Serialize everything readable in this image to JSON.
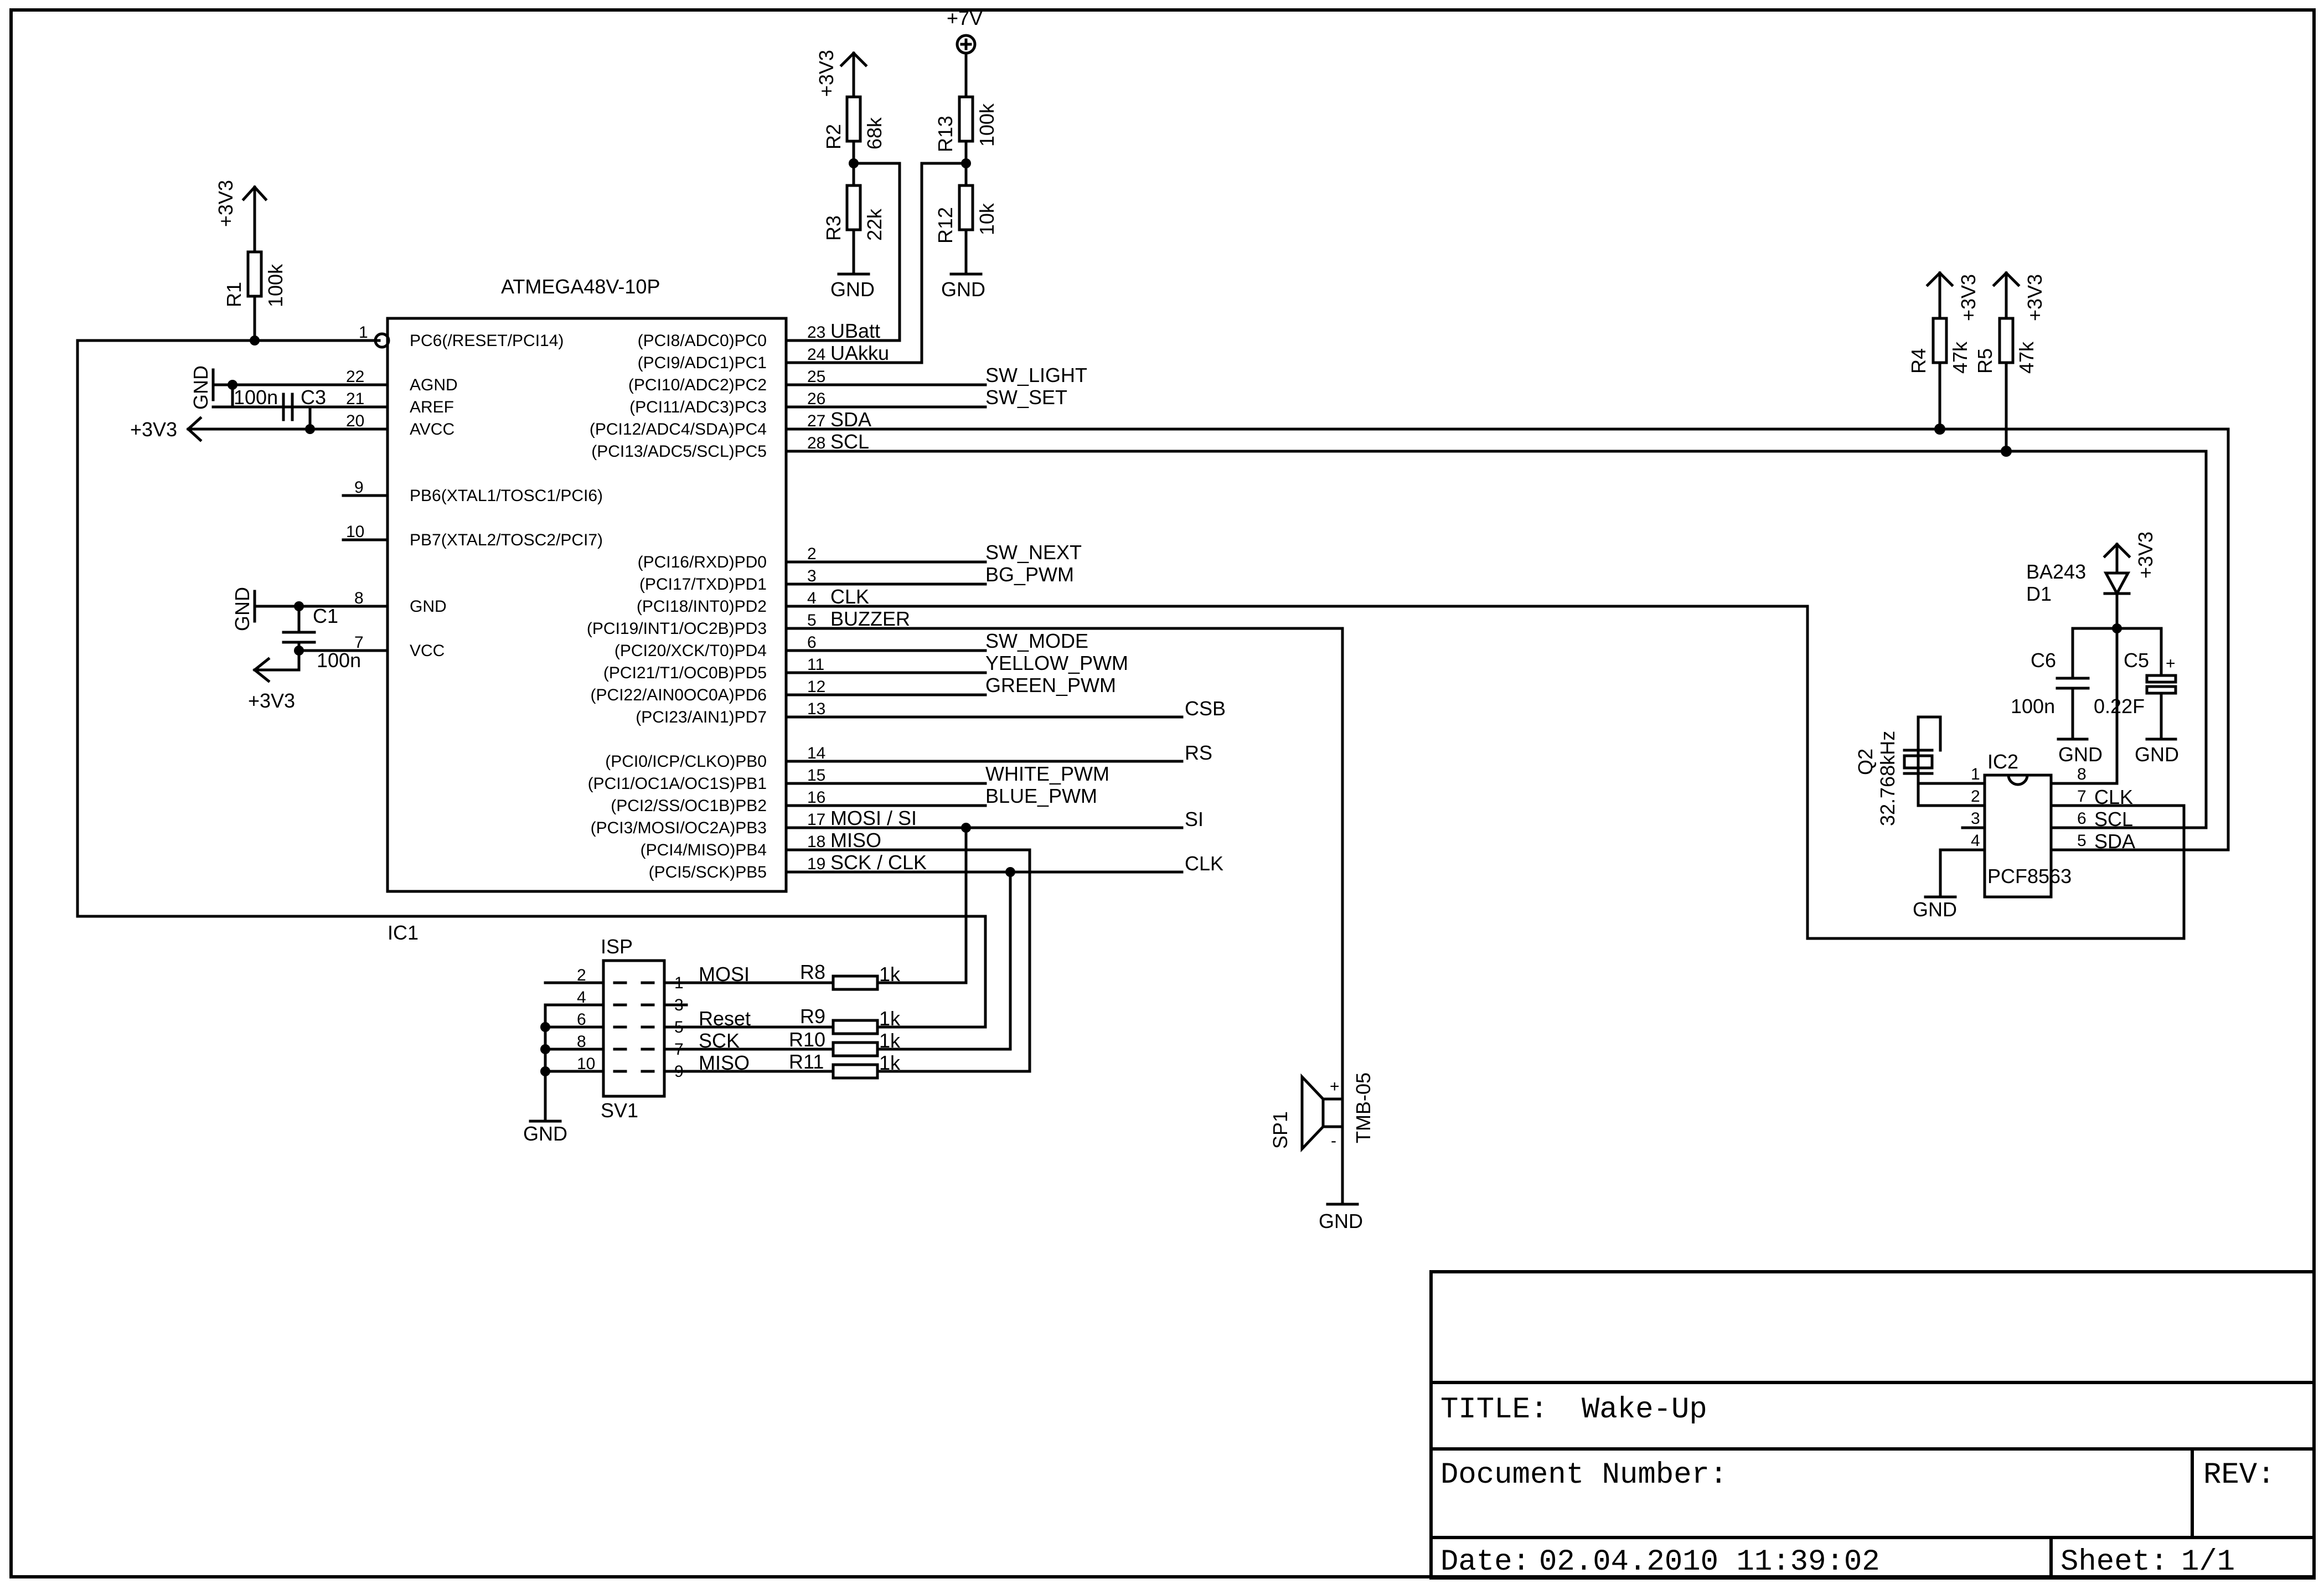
{
  "ic1": {
    "name": "ATMEGA48V-10P",
    "ref": "IC1",
    "left_pins": [
      {
        "num": "1",
        "label": "PC6(/RESET/PCI14)"
      },
      {
        "num": "22",
        "label": "AGND"
      },
      {
        "num": "21",
        "label": "AREF"
      },
      {
        "num": "20",
        "label": "AVCC"
      },
      {
        "num": "9",
        "label": "PB6(XTAL1/TOSC1/PCI6)"
      },
      {
        "num": "10",
        "label": "PB7(XTAL2/TOSC2/PCI7)"
      },
      {
        "num": "8",
        "label": "GND"
      },
      {
        "num": "7",
        "label": "VCC"
      }
    ],
    "right_pins": [
      {
        "num": "23",
        "label": "(PCI8/ADC0)PC0",
        "net": "UBatt"
      },
      {
        "num": "24",
        "label": "(PCI9/ADC1)PC1",
        "net": "UAkku"
      },
      {
        "num": "25",
        "label": "(PCI10/ADC2)PC2",
        "net": "SW_LIGHT"
      },
      {
        "num": "26",
        "label": "(PCI11/ADC3)PC3",
        "net": "SW_SET"
      },
      {
        "num": "27",
        "label": "(PCI12/ADC4/SDA)PC4",
        "net": "SDA"
      },
      {
        "num": "28",
        "label": "(PCI13/ADC5/SCL)PC5",
        "net": "SCL"
      },
      {
        "num": "2",
        "label": "(PCI16/RXD)PD0",
        "net": "SW_NEXT"
      },
      {
        "num": "3",
        "label": "(PCI17/TXD)PD1",
        "net": "BG_PWM"
      },
      {
        "num": "4",
        "label": "(PCI18/INT0)PD2",
        "net": "CLK"
      },
      {
        "num": "5",
        "label": "(PCI19/INT1/OC2B)PD3",
        "net": "BUZZER"
      },
      {
        "num": "6",
        "label": "(PCI20/XCK/T0)PD4",
        "net": "SW_MODE"
      },
      {
        "num": "11",
        "label": "(PCI21/T1/OC0B)PD5",
        "net": "YELLOW_PWM"
      },
      {
        "num": "12",
        "label": "(PCI22/AIN0OC0A)PD6",
        "net": "GREEN_PWM"
      },
      {
        "num": "13",
        "label": "(PCI23/AIN1)PD7",
        "net": "CSB"
      },
      {
        "num": "14",
        "label": "(PCI0/ICP/CLKO)PB0",
        "net": "RS"
      },
      {
        "num": "15",
        "label": "(PCI1/OC1A/OC1S)PB1",
        "net": "WHITE_PWM"
      },
      {
        "num": "16",
        "label": "(PCI2/SS/OC1B)PB2",
        "net": "BLUE_PWM"
      },
      {
        "num": "17",
        "label": "(PCI3/MOSI/OC2A)PB3",
        "net": "MOSI / SI"
      },
      {
        "num": "18",
        "label": "(PCI4/MISO)PB4",
        "net": "MISO"
      },
      {
        "num": "19",
        "label": "(PCI5/SCK)PB5",
        "net": "SCK / CLK"
      }
    ]
  },
  "far_nets": {
    "si": "SI",
    "clk": "CLK",
    "csb": "CSB",
    "rs": "RS"
  },
  "power": {
    "v33": "+3V3",
    "v7": "+7V",
    "gnd": "GND"
  },
  "parts": {
    "r1": {
      "ref": "R1",
      "value": "100k"
    },
    "r2": {
      "ref": "R2",
      "value": "68k"
    },
    "r3": {
      "ref": "R3",
      "value": "22k"
    },
    "r13": {
      "ref": "R13",
      "value": "100k"
    },
    "r12": {
      "ref": "R12",
      "value": "10k"
    },
    "r4": {
      "ref": "R4",
      "value": "47k"
    },
    "r5": {
      "ref": "R5",
      "value": "47k"
    },
    "r8": {
      "ref": "R8",
      "value": "1k"
    },
    "r9": {
      "ref": "R9",
      "value": "1k"
    },
    "r10": {
      "ref": "R10",
      "value": "1k"
    },
    "r11": {
      "ref": "R11",
      "value": "1k"
    },
    "c1": {
      "ref": "C1",
      "value": "100n"
    },
    "c3": {
      "ref": "C3",
      "value": "100n"
    },
    "c5": {
      "ref": "C5",
      "value": "0.22F"
    },
    "c6": {
      "ref": "C6",
      "value": "100n"
    },
    "d1": {
      "ref": "D1",
      "value": "BA243"
    },
    "q2": {
      "ref": "Q2",
      "value": "32.768kHz"
    },
    "sp1": {
      "ref": "SP1",
      "value": "TMB-05"
    }
  },
  "isp": {
    "name": "ISP",
    "ref": "SV1",
    "pins": [
      "2",
      "1",
      "4",
      "3",
      "6",
      "5",
      "8",
      "7",
      "10",
      "9"
    ],
    "nets": {
      "mosi": "MOSI",
      "reset": "Reset",
      "sck": "SCK",
      "miso": "MISO"
    }
  },
  "ic2": {
    "ref": "IC2",
    "name": "PCF8563",
    "pins": [
      "1",
      "2",
      "3",
      "4",
      "8",
      "7",
      "6",
      "5"
    ],
    "labels": {
      "clk": "CLK",
      "scl": "SCL",
      "sda": "SDA"
    }
  },
  "title_block": {
    "title_label": "TITLE:",
    "title": "Wake-Up",
    "doc_label": "Document Number:",
    "rev_label": "REV:",
    "date_label": "Date:",
    "date": "02.04.2010 11:39:02",
    "sheet_label": "Sheet:",
    "sheet": "1/1"
  }
}
